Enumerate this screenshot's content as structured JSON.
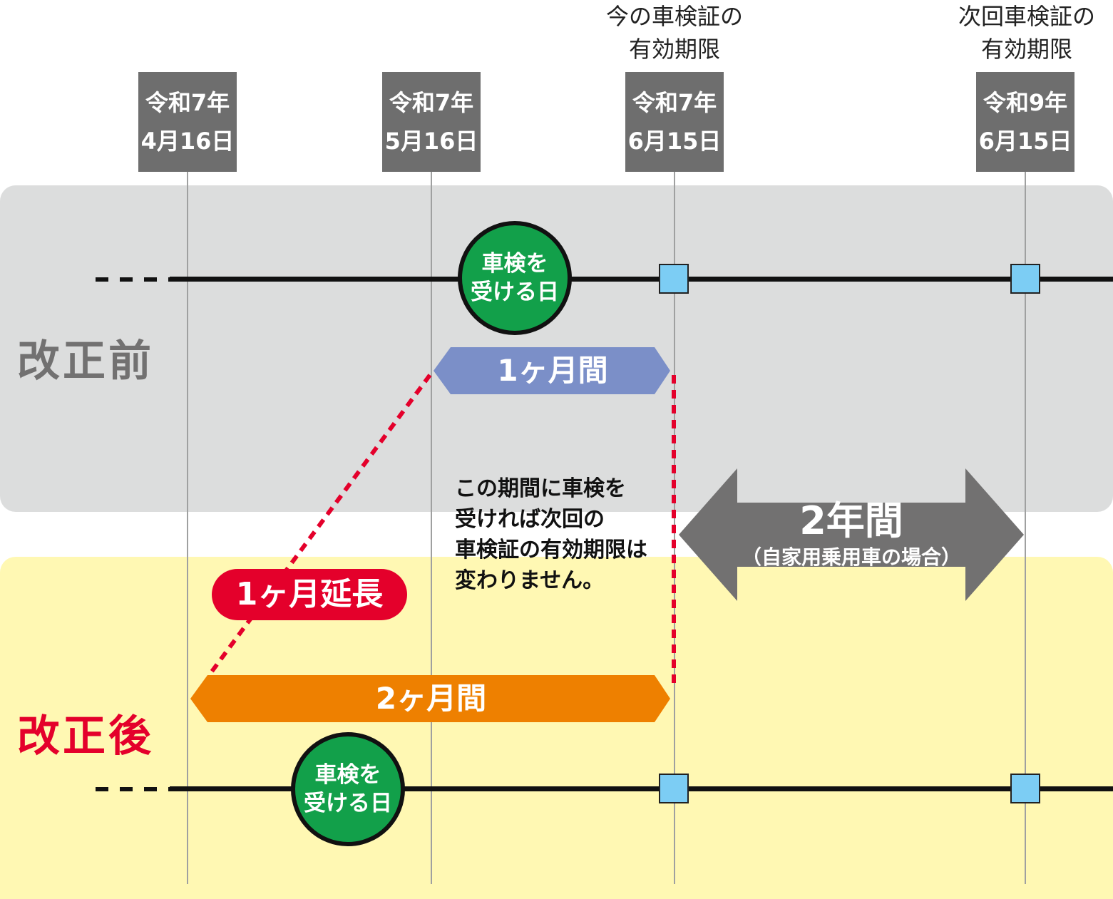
{
  "top_labels": [
    {
      "lines": [
        "今の車検証の",
        "有効期限"
      ]
    },
    {
      "lines": [
        "次回車検証の",
        "有効期限"
      ]
    }
  ],
  "dates": [
    {
      "year": "令和7年",
      "day": "4月16日"
    },
    {
      "year": "令和7年",
      "day": "5月16日"
    },
    {
      "year": "令和7年",
      "day": "6月15日"
    },
    {
      "year": "令和9年",
      "day": "6月15日"
    }
  ],
  "rows": {
    "before": {
      "label": "改正前",
      "label_color": "#727171"
    },
    "after": {
      "label": "改正後",
      "label_color": "#e4002b"
    }
  },
  "inspection_day": {
    "lines": [
      "車検を",
      "受ける日"
    ]
  },
  "arrows": {
    "one_month": {
      "label": "1ヶ月間",
      "color": "#7b8fc8"
    },
    "two_months": {
      "label": "2ヶ月間",
      "color": "#ee8000"
    },
    "two_years": {
      "title": "2年間",
      "subtitle": "（自家用乗用車の場合）",
      "color": "#727171"
    }
  },
  "extension_badge": {
    "label": "1ヶ月延長",
    "color": "#e4002b"
  },
  "note": {
    "lines": [
      "この期間に車検を",
      "受ければ次回の",
      "車検証の有効期限は",
      "変わりません。"
    ]
  },
  "colors": {
    "before_band": "#dcdddd",
    "after_band": "#fff8b3",
    "circle": "#12a04a",
    "expiry_marker": "#7ccdf4",
    "date_box": "#6e6e6e",
    "dotted_line": "#e4002b"
  }
}
